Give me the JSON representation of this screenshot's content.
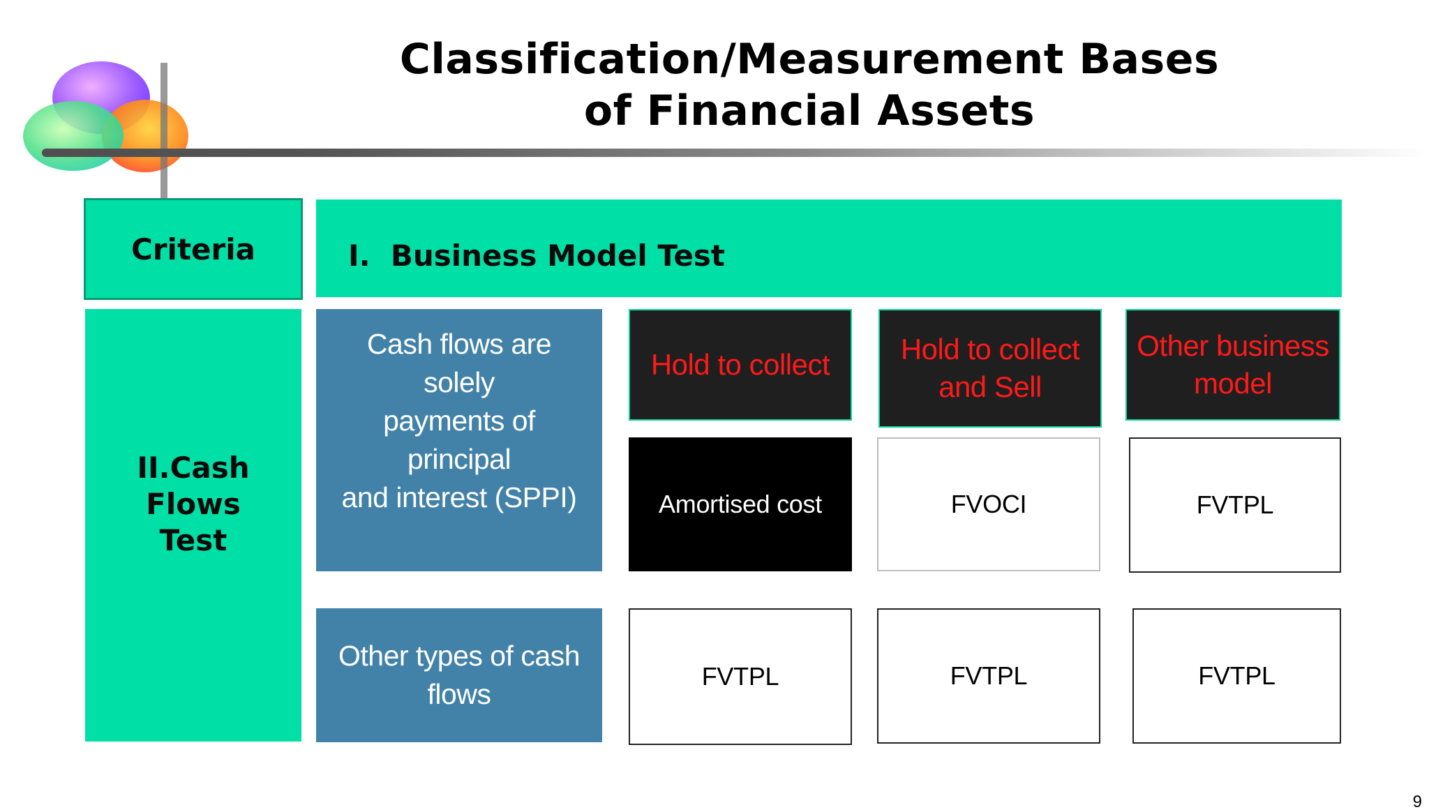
{
  "title": {
    "line1": "Classification/Measurement Bases",
    "line2": "of Financial Assets"
  },
  "criteria_label": "Criteria",
  "business_model_header": "I.  Business Model Test",
  "cash_flows_test": {
    "line1": "II.Cash",
    "line2": "Flows",
    "line3": "Test"
  },
  "cash_flow_rows": [
    {
      "lines": [
        "Cash flows are solely",
        "payments of principal",
        "and interest (SPPI)"
      ],
      "results": [
        "Amortised cost",
        "FVOCI",
        "FVTPL"
      ]
    },
    {
      "lines": [
        "Other types of cash",
        "flows"
      ],
      "results": [
        "FVTPL",
        "FVTPL",
        "FVTPL"
      ]
    }
  ],
  "business_models": [
    {
      "lines": [
        "Hold to collect"
      ]
    },
    {
      "lines": [
        "Hold to collect",
        "and Sell"
      ]
    },
    {
      "lines": [
        "Other business",
        "model"
      ]
    }
  ],
  "page_number": "9",
  "colors": {
    "criteria_green": "#00e0a6",
    "cash_flow_blue": "#4282a8",
    "business_model_dark": "#1f1f1f",
    "business_model_text": "#ff1a1a"
  }
}
